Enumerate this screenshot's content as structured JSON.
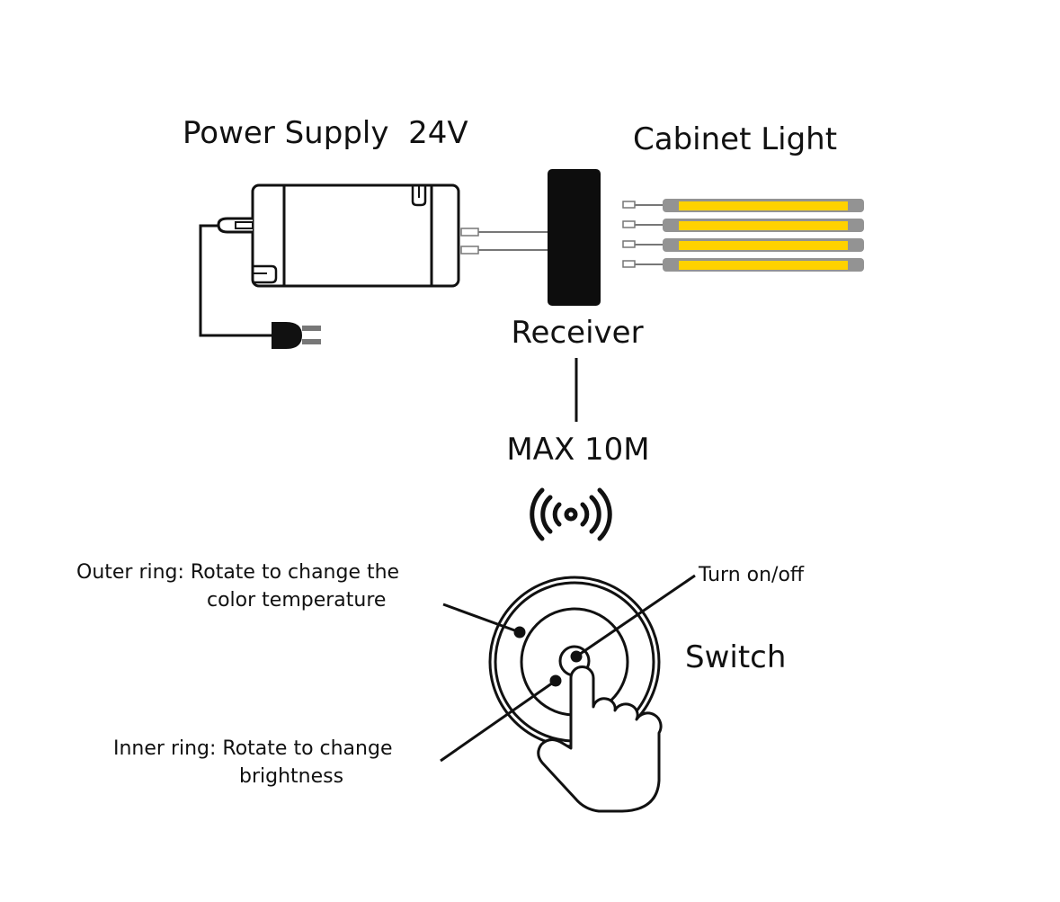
{
  "labels": {
    "power_supply": "Power Supply  24V",
    "cabinet_light": "Cabinet Light",
    "receiver": "Receiver",
    "max_distance": "MAX 10M",
    "switch": "Switch",
    "turn_on_off": "Turn on/off",
    "outer_ring_line1": "Outer ring: Rotate to change the",
    "outer_ring_line2": "color temperature",
    "inner_ring_line1": "Inner ring: Rotate to change",
    "inner_ring_line2": "brightness"
  },
  "colors": {
    "light_strip_body": "#939393",
    "light_strip_led": "#FFD200",
    "receiver": "#0d0d0d",
    "line": "#111111"
  },
  "icons": {
    "wireless": "wireless-signal-icon",
    "hand": "pointing-hand-icon",
    "plug": "power-plug-icon"
  },
  "light_strip_count": 4
}
